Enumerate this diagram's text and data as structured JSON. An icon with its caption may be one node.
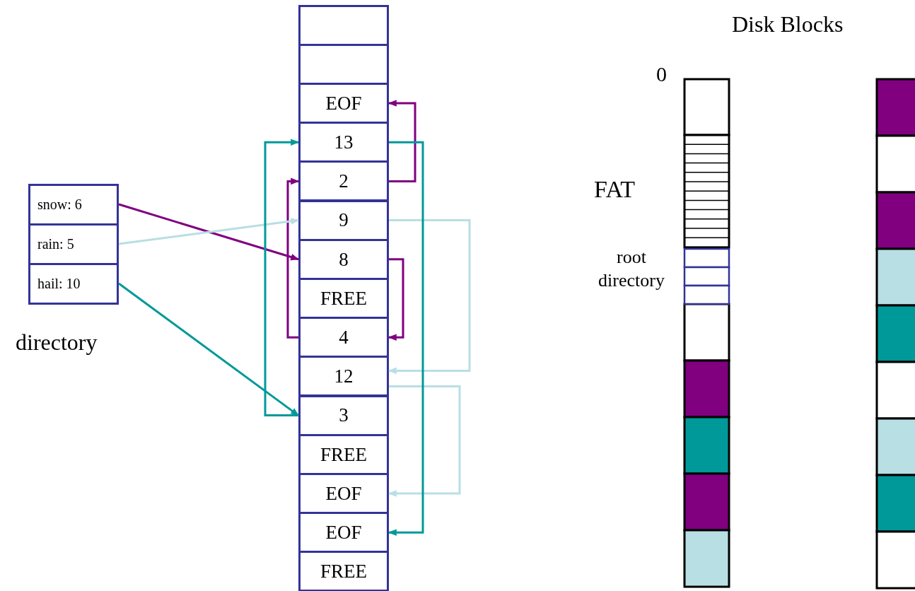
{
  "diagram": {
    "nodes": [
      {
        "text": [
          "snow: 6"
        ]
      },
      {
        "text": [
          "rain: 5"
        ]
      },
      {
        "text": [
          "hail: 10"
        ]
      },
      {
        "text": [],
        "shape": "box"
      },
      {
        "text": [],
        "shape": "box"
      },
      {
        "text": [
          "EOF"
        ]
      },
      {
        "text": [
          "13"
        ]
      },
      {
        "text": [
          "2"
        ]
      },
      {
        "text": [
          "9"
        ]
      },
      {
        "text": [
          "8"
        ]
      },
      {
        "text": [
          "FREE"
        ]
      },
      {
        "text": [
          "4"
        ]
      },
      {
        "text": [
          "12"
        ]
      },
      {
        "text": [
          "3"
        ]
      },
      {
        "text": [
          "FREE"
        ]
      },
      {
        "text": [
          "EOF"
        ]
      },
      {
        "text": [
          "EOF"
        ]
      },
      {
        "text": [
          "FREE"
        ]
      }
    ],
    "edges": [
      {
        "from": 0,
        "to": 9,
        "arrow": "to",
        "color": "#800080"
      },
      {
        "from": 9,
        "to": 11,
        "arrow": "to",
        "color": "#800080"
      },
      {
        "from": 11,
        "to": 7,
        "arrow": "to",
        "color": "#800080"
      },
      {
        "from": 7,
        "to": 5,
        "arrow": "to",
        "color": "#800080"
      },
      {
        "from": 1,
        "to": 8,
        "arrow": "to",
        "color": "#b8dfe3"
      },
      {
        "from": 8,
        "to": 12,
        "arrow": "to",
        "color": "#b8dfe3"
      },
      {
        "from": 12,
        "to": 15,
        "arrow": "to",
        "color": "#b8dfe3"
      },
      {
        "from": 2,
        "to": 13,
        "arrow": "to",
        "color": "#009999"
      },
      {
        "from": 13,
        "to": 6,
        "arrow": "to",
        "color": "#009999"
      },
      {
        "from": 6,
        "to": 16,
        "arrow": "to",
        "color": "#009999"
      }
    ],
    "labels": [
      "directory",
      "Disk Blocks",
      "0",
      "FAT",
      "root directory"
    ]
  }
}
